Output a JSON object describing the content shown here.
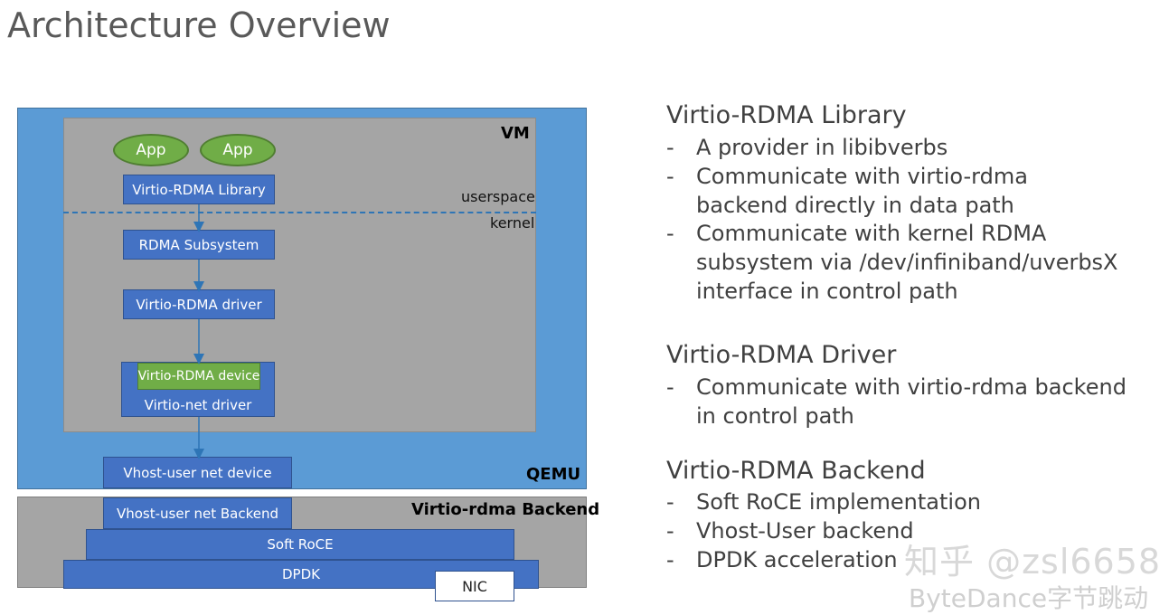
{
  "title": "Architecture Overview",
  "diagram": {
    "qemu_label": "QEMU",
    "vm_label": "VM",
    "userspace_label": "userspace",
    "kernel_label": "kernel",
    "backend_label": "Virtio-rdma Backend",
    "apps": [
      "App",
      "App"
    ],
    "library": "Virtio-RDMA Library",
    "subsystem": "RDMA Subsystem",
    "driver": "Virtio-RDMA driver",
    "device": "Virtio-RDMA device",
    "net_driver": "Virtio-net driver",
    "vhost_device": "Vhost-user net device",
    "vhost_backend": "Vhost-user net Backend",
    "soft_roce": "Soft RoCE",
    "dpdk": "DPDK",
    "nic": "NIC"
  },
  "sections": [
    {
      "heading": "Virtio-RDMA Library",
      "bullets": [
        "A provider in libibverbs",
        "Communicate with virtio-rdma backend directly in data path",
        "Communicate with kernel RDMA subsystem via /dev/infiniband/uverbsX interface in control path"
      ]
    },
    {
      "heading": "Virtio-RDMA Driver",
      "bullets": [
        "Communicate with virtio-rdma backend in control path"
      ]
    },
    {
      "heading": "Virtio-RDMA Backend",
      "bullets": [
        "Soft RoCE implementation",
        "Vhost-User backend",
        "DPDK acceleration"
      ]
    }
  ],
  "bullet_marker": "-",
  "watermark": "知乎 @zsl6658",
  "watermark2": "ByteDance字节跳动"
}
